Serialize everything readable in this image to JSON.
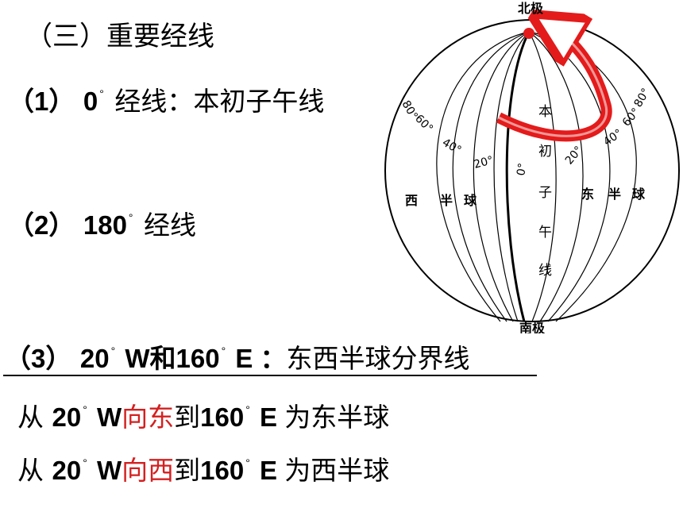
{
  "heading": "（三）重要经线",
  "item1": {
    "index": "（1）",
    "value": "0",
    "deg": "°",
    "text": " 经线：本初子午线"
  },
  "item2": {
    "index": "（2）",
    "value": "180",
    "deg": "°",
    "text": " 经线"
  },
  "item3": {
    "index": "（3）",
    "value_a": "20",
    "deg_a": "°",
    "dir_a": " W和",
    "value_b": "160",
    "deg_b": "°",
    "dir_b": " E ：",
    "text": "东西半球分界线"
  },
  "east_line": {
    "prefix": "从 ",
    "value_a": "20",
    "deg_a": "°",
    "dir_a": " W",
    "highlight": "向东",
    "mid": "到",
    "value_b": "160",
    "deg_b": "°",
    "dir_b": " E ",
    "suffix": "为东半球"
  },
  "west_line": {
    "prefix": "从 ",
    "value_a": "20",
    "deg_a": "°",
    "dir_a": " W",
    "highlight": "向西",
    "mid": "到",
    "value_b": "160",
    "deg_b": "°",
    "dir_b": " E ",
    "suffix": "为西半球"
  },
  "globe": {
    "north_pole": "北极",
    "south_pole": "南极",
    "west_hemisphere": [
      "西",
      "半",
      "球"
    ],
    "east_hemisphere": [
      "东",
      "半",
      "球"
    ],
    "prime_meridian": [
      "本",
      "初",
      "子",
      "午",
      "线"
    ],
    "labels_west": [
      "80°",
      "60°",
      "40°",
      "20°"
    ],
    "label_zero": "0°",
    "labels_east": [
      "20°",
      "40°",
      "60°",
      "80°"
    ],
    "colors": {
      "arrow": "#e41b1b",
      "pole_dot": "#e41b1b",
      "lines": "#000000"
    }
  }
}
